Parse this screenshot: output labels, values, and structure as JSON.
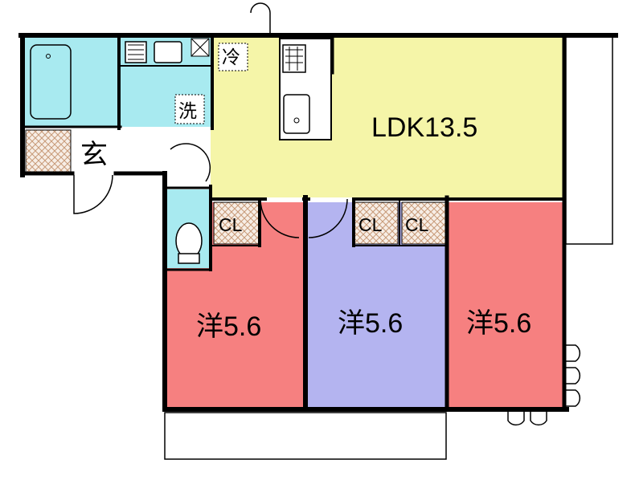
{
  "floorplan": {
    "rooms": [
      {
        "label": "LDK13.5",
        "color": "#f5f5a8"
      },
      {
        "label": "洋5.6",
        "color": "#f68080"
      },
      {
        "label": "洋5.6",
        "color": "#b4b4f0"
      },
      {
        "label": "洋5.6",
        "color": "#f68080"
      }
    ],
    "labels": {
      "entrance": "玄",
      "washroom": "洗",
      "fridge": "冷",
      "closet_1": "CL",
      "closet_2": "CL",
      "closet_3": "CL"
    },
    "colors": {
      "wet_area": "#a8eaf0",
      "floor": "#ffffff",
      "wall": "#000000",
      "closet_hatch": "#c89a78"
    }
  }
}
